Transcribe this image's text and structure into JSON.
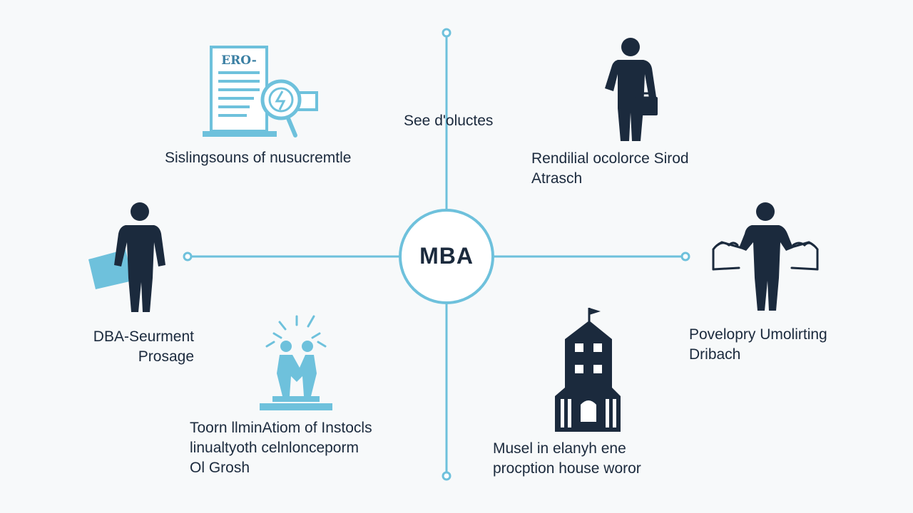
{
  "center": {
    "label": "MBA"
  },
  "nodes": [
    {
      "id": "top-center",
      "lines": [
        "See d'oluctes"
      ]
    },
    {
      "id": "top-left",
      "lines": [
        "Sislingsouns of nusucremtle"
      ]
    },
    {
      "id": "top-right",
      "lines": [
        "Rendilial ocolorce Sirod",
        "Atrasch"
      ]
    },
    {
      "id": "middle-left",
      "lines": [
        "DBA-Seurment",
        "Prosage"
      ]
    },
    {
      "id": "middle-right",
      "lines": [
        "Povelopry Umolirting",
        "Dribach"
      ]
    },
    {
      "id": "bottom-left",
      "lines": [
        "Toorn llminAtiom of Instocls",
        "linualtyoth celnlonceporm",
        "Ol Grosh"
      ]
    },
    {
      "id": "bottom-right",
      "lines": [
        "Musel in elanyh ene",
        "procption house woror"
      ]
    }
  ],
  "icons": [
    {
      "id": "document-magnifier",
      "name": "document-magnifier-icon",
      "caption": "ERO-"
    },
    {
      "id": "person-briefcase",
      "name": "person-briefcase-icon"
    },
    {
      "id": "person-document",
      "name": "person-document-icon"
    },
    {
      "id": "handshake",
      "name": "handshake-icon"
    },
    {
      "id": "school-building",
      "name": "school-building-icon"
    },
    {
      "id": "person-scale",
      "name": "person-scale-icon"
    }
  ],
  "colors": {
    "accent": "#6ec1dc",
    "dark": "#1b2a3d",
    "background": "#f7f9fa"
  }
}
